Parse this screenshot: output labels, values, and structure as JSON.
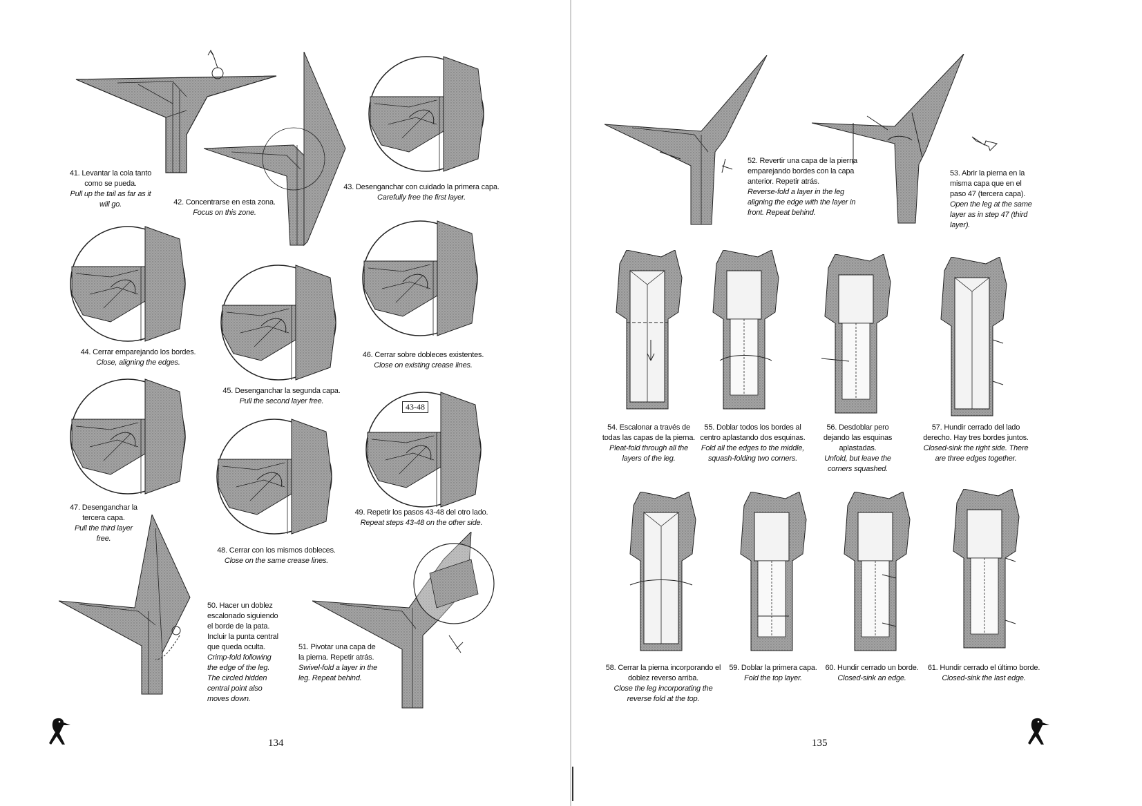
{
  "pages": [
    {
      "number": "134",
      "steps": [
        {
          "es": "41. Levantar la cola tanto como se pueda.",
          "en": "Pull up the tail as far as it will go."
        },
        {
          "es": "42. Concentrarse en esta zona.",
          "en": "Focus on this zone."
        },
        {
          "es": "43. Desenganchar con cuidado la primera capa.",
          "en": "Carefully free the first layer."
        },
        {
          "es": "44. Cerrar emparejando los bordes.",
          "en": "Close, aligning the edges."
        },
        {
          "es": "45. Desenganchar la segunda capa.",
          "en": "Pull the second layer free."
        },
        {
          "es": "46. Cerrar sobre dobleces existentes.",
          "en": "Close on existing crease lines."
        },
        {
          "es": "47. Desenganchar la tercera capa.",
          "en": "Pull the third layer free."
        },
        {
          "es": "48. Cerrar con los mismos dobleces.",
          "en": "Close on the same crease lines."
        },
        {
          "es": "49. Repetir los pasos 43-48 del otro lado.",
          "en": "Repeat steps 43-48 on the other side."
        },
        {
          "es": "50. Hacer un doblez escalonado siguiendo el borde de la pata. Incluir la punta central que queda oculta.",
          "en": "Crimp-fold following the edge of the leg. The circled hidden central point also moves down."
        },
        {
          "es": "51. Pivotar una capa de la pierna. Repetir atrás.",
          "en": "Swivel-fold a layer in the leg. Repeat behind."
        }
      ],
      "step_ref_box": "43-48"
    },
    {
      "number": "135",
      "steps": [
        {
          "es": "52. Revertir una capa de la pierna emparejando bordes con la capa anterior. Repetir atrás.",
          "en": "Reverse-fold a layer in the leg aligning the edge with the layer in front. Repeat behind."
        },
        {
          "es": "53. Abrir la pierna en la misma capa que en el paso 47 (tercera capa).",
          "en": "Open the leg at the same layer as in step 47 (third layer)."
        },
        {
          "es": "54. Escalonar a través de todas las capas de la pierna.",
          "en": "Pleat-fold through all the layers of the leg."
        },
        {
          "es": "55. Doblar todos los bordes al centro aplastando dos esquinas.",
          "en": "Fold all the edges to the middle, squash-folding two corners."
        },
        {
          "es": "56. Desdoblar pero dejando las esquinas aplastadas.",
          "en": "Unfold, but leave the corners squashed."
        },
        {
          "es": "57. Hundir cerrado del lado derecho. Hay tres bordes juntos.",
          "en": "Closed-sink the right side. There are three edges together."
        },
        {
          "es": "58. Cerrar la pierna incorporando el doblez reverso arriba.",
          "en": "Close the leg incorporating the reverse fold at the top."
        },
        {
          "es": "59. Doblar la primera capa.",
          "en": "Fold the top layer."
        },
        {
          "es": "60. Hundir cerrado un borde.",
          "en": "Closed-sink an edge."
        },
        {
          "es": "61. Hundir cerrado el último borde.",
          "en": "Closed-sink the last edge."
        }
      ]
    }
  ],
  "colors": {
    "paper_gray": "#9a9a9a",
    "line": "#222222",
    "light_layer": "#ececec"
  },
  "icons": [
    "bird-logo-icon",
    "arrow-icon"
  ]
}
